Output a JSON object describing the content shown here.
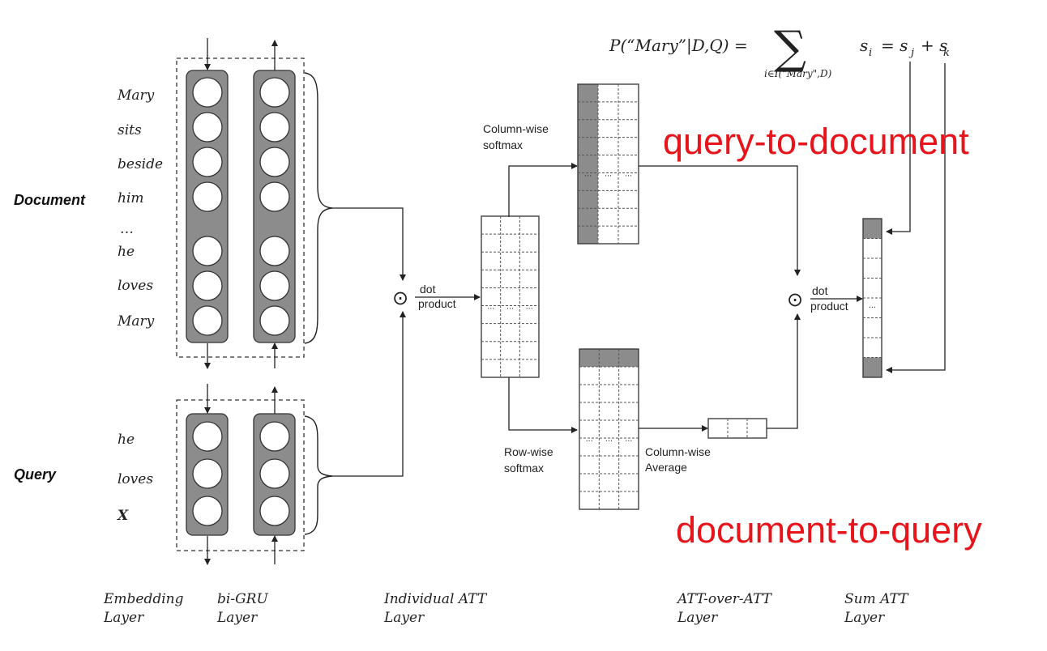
{
  "formula": {
    "lhs": "P(“Mary”|D,Q) =",
    "sigma": "∑",
    "sub": "i∈I(\"Mary\",D)",
    "rhs_si": "s",
    "rhs_i": "i",
    "rhs_eq": "= s",
    "rhs_j": "j",
    "rhs_plus": "+ s",
    "rhs_k": "k"
  },
  "document": {
    "label": "Document",
    "words": [
      "Mary",
      "sits",
      "beside",
      "him",
      "…",
      "he",
      "loves",
      "Mary"
    ]
  },
  "query": {
    "label": "Query",
    "words": [
      "he",
      "loves",
      "X"
    ]
  },
  "ops": {
    "odot": "⊙",
    "dot1": "dot",
    "product1": "product",
    "dot2": "dot",
    "product2": "product"
  },
  "labels": {
    "colwise_softmax_1": "Column-wise",
    "colwise_softmax_2": "softmax",
    "rowwise_softmax_1": "Row-wise",
    "rowwise_softmax_2": "softmax",
    "colwise_avg_1": "Column-wise",
    "colwise_avg_2": "Average",
    "q2d": "query-to-document",
    "d2q": "document-to-query",
    "ellipsis": "..."
  },
  "layers": [
    {
      "line1": "Embedding",
      "line2": "Layer"
    },
    {
      "line1": "bi-GRU",
      "line2": "Layer"
    },
    {
      "line1": "Individual ATT",
      "line2": "Layer"
    },
    {
      "line1": "ATT-over-ATT",
      "line2": "Layer"
    },
    {
      "line1": "Sum ATT",
      "line2": "Layer"
    }
  ],
  "colors": {
    "accent_red": "#e8141b",
    "gray_fill": "#8c8c8c",
    "ink": "#222222"
  }
}
